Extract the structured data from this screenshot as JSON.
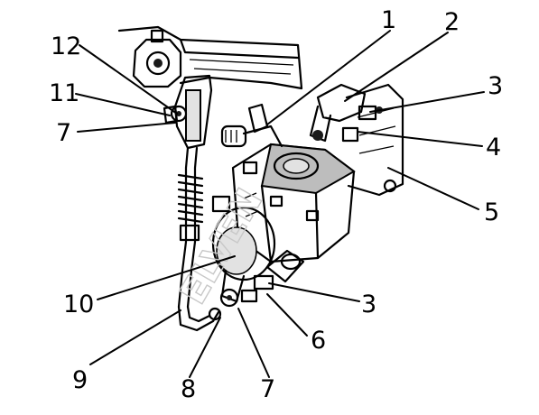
{
  "callouts": [
    {
      "id": "c1",
      "text": "1"
    },
    {
      "id": "c2",
      "text": "2"
    },
    {
      "id": "c3a",
      "text": "3"
    },
    {
      "id": "c4",
      "text": "4"
    },
    {
      "id": "c5",
      "text": "5"
    },
    {
      "id": "c12",
      "text": "12"
    },
    {
      "id": "c11",
      "text": "11"
    },
    {
      "id": "c7a",
      "text": "7"
    },
    {
      "id": "c10",
      "text": "10"
    },
    {
      "id": "c3b",
      "text": "3"
    },
    {
      "id": "c6",
      "text": "6"
    },
    {
      "id": "c9",
      "text": "9"
    },
    {
      "id": "c8",
      "text": "8"
    },
    {
      "id": "c7b",
      "text": "7"
    }
  ],
  "watermark": "ELVEN"
}
